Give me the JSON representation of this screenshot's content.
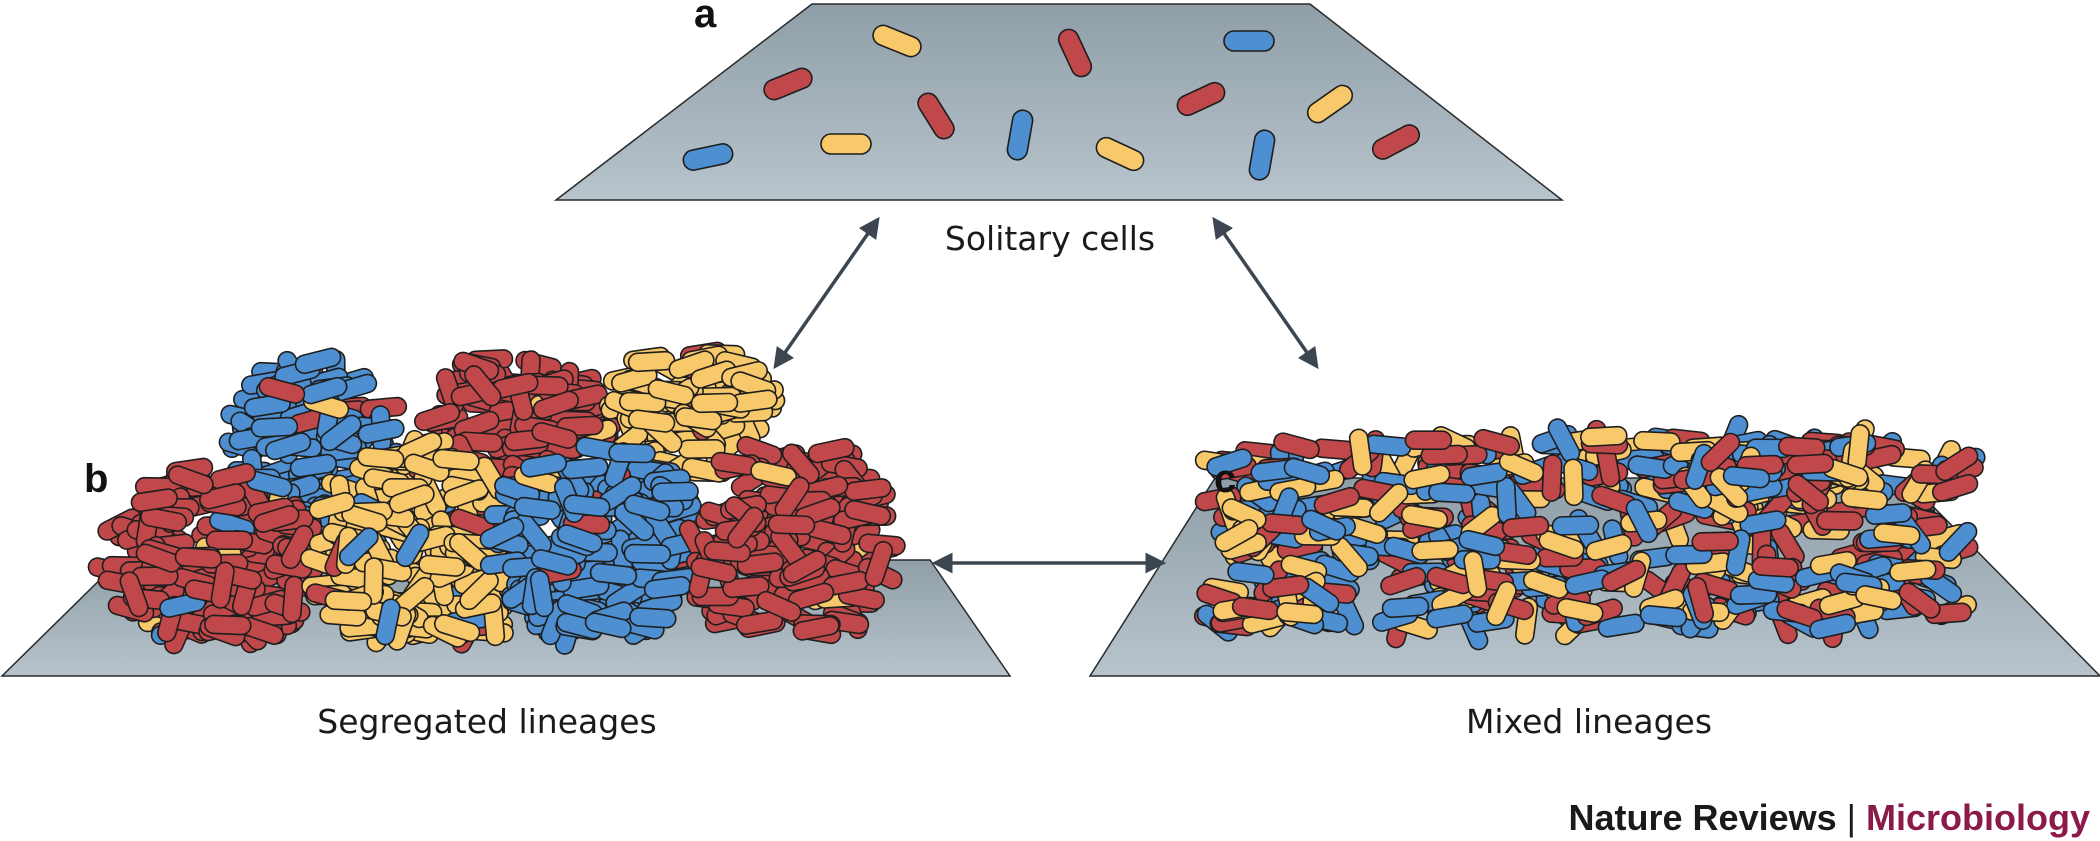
{
  "panels": {
    "a": {
      "letter": "a",
      "caption": "Solitary cells"
    },
    "b": {
      "letter": "b",
      "caption": "Segregated lineages"
    },
    "c": {
      "letter": "c",
      "caption": "Mixed lineages"
    }
  },
  "footer": {
    "journal": "Nature Reviews",
    "separator": "|",
    "section": "Microbiology"
  },
  "colors": {
    "cell_red": "#c0484a",
    "cell_blue": "#4d8fd0",
    "cell_yellow": "#f7c96b",
    "surface_top": "#8f9ea8",
    "surface_bottom": "#b8c4cc",
    "arrow": "#3b4650",
    "section_accent": "#8b1a4a"
  }
}
